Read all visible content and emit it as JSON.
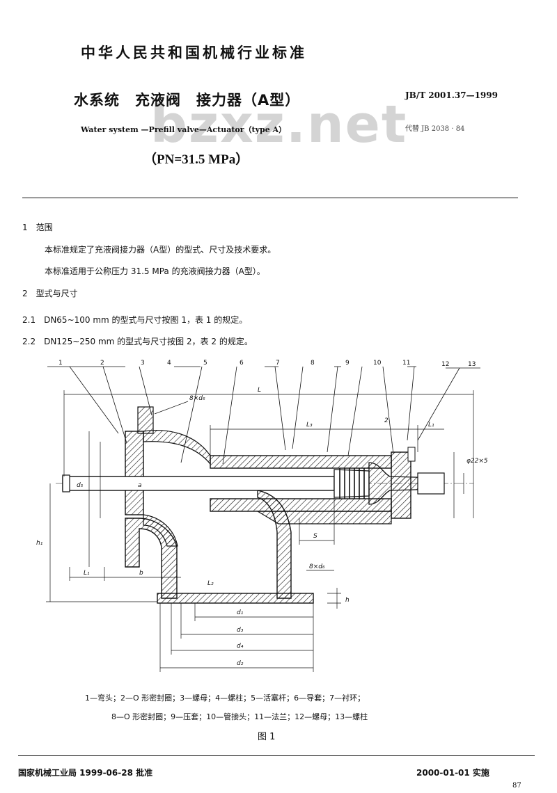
{
  "header": {
    "organization": "中华人民共和国机械行业标准",
    "title_cn": "水系统　充液阀　接力器（A型）",
    "title_en": "Water system —Prefill valve—Actuator（type A）",
    "pressure": "（PN=31.5 MPa）",
    "standard_code": "JB/T 2001.37—1999",
    "replaces": "代替 JB 2038 · 84"
  },
  "watermark": "bzxz.net",
  "sections": {
    "s1_heading": "1　范围",
    "s1_p1": "本标准规定了充液阀接力器（A型）的型式、尺寸及技术要求。",
    "s1_p2": "本标准适用于公称压力 31.5 MPa 的充液阀接力器（A型）。",
    "s2_heading": "2　型式与尺寸",
    "s2_1": "2.1　DN65~100 mm 的型式与尺寸按图 1，表 1 的规定。",
    "s2_2": "2.2　DN125~250 mm 的型式与尺寸按图 2，表 2 的规定。"
  },
  "figure": {
    "part_numbers": [
      "1",
      "2",
      "3",
      "4",
      "5",
      "6",
      "7",
      "8",
      "9",
      "10",
      "11",
      "12",
      "13"
    ],
    "dims": {
      "L": "L",
      "L1": "L₁",
      "L2": "L₂",
      "L3": "L₃",
      "S": "S",
      "d1": "d₁",
      "d2": "d₂",
      "d3": "d₃",
      "d4": "d₄",
      "d5": "d₅",
      "h": "h",
      "h1": "h₁",
      "holes_top": "8×d₆",
      "holes_bottom": "8×d₆",
      "phi": "φ22×5",
      "a": "a",
      "b": "b",
      "two": "2"
    },
    "legend_line1": "1—弯头；2—O 形密封圈；3—螺母；4—螺柱；5—活塞杆；6—导套；7—衬环；",
    "legend_line2": "8—O 形密封圈；9—压套；10—管接头；11—法兰；12—螺母；13—螺柱",
    "title": "图 1"
  },
  "footer": {
    "issuer": "国家机械工业局 1999-06-28 批准",
    "effective": "2000-01-01 实施",
    "page": "87"
  }
}
